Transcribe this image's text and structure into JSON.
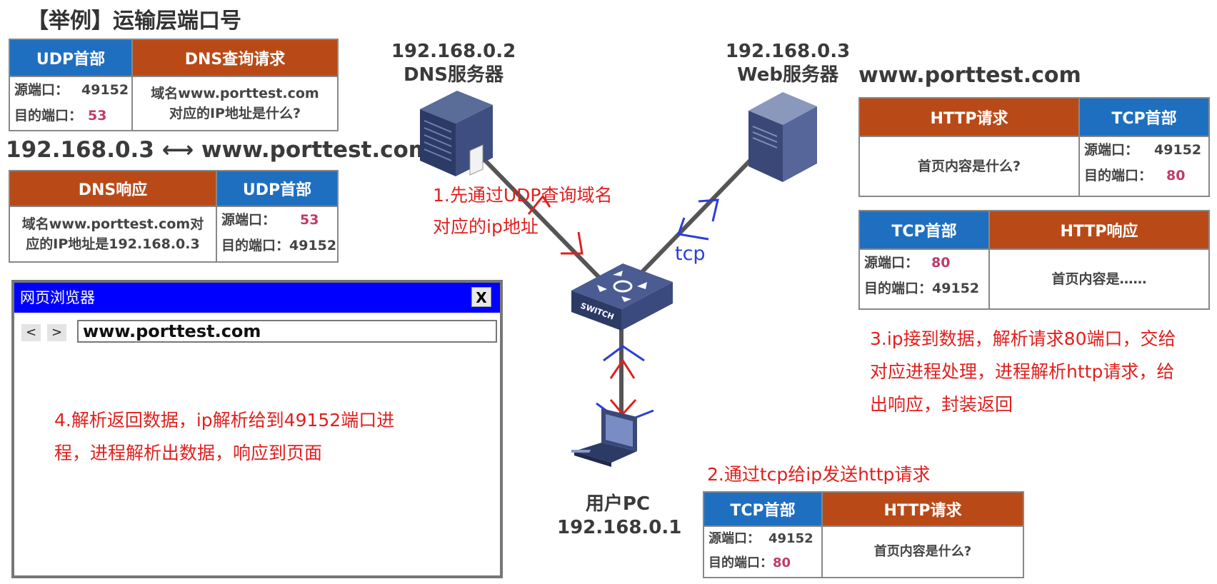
{
  "title": "【举例】运输层端口号",
  "dns_query": {
    "udp_header": "UDP首部",
    "payload_header": "DNS查询请求",
    "src_label": "源端口：",
    "src_value": "49152",
    "dst_label": "目的端口：",
    "dst_value": "53",
    "text_line1": "域名www.porttest.com",
    "text_line2": "对应的IP地址是什么?"
  },
  "mapping": {
    "ip": "192.168.0.3",
    "arrow": "⟷",
    "domain": "www.porttest.com"
  },
  "dns_response": {
    "payload_header": "DNS响应",
    "udp_header": "UDP首部",
    "text_line1": "域名www.porttest.com对",
    "text_line2": "应的IP地址是192.168.0.3",
    "src_label": "源端口：",
    "src_value": "53",
    "dst_label": "目的端口：",
    "dst_value": "49152"
  },
  "dns_server": {
    "ip": "192.168.0.2",
    "name": "DNS服务器"
  },
  "web_server": {
    "ip": "192.168.0.3",
    "name": "Web服务器",
    "domain": "www.porttest.com"
  },
  "user_pc": {
    "name": "用户PC",
    "ip": "192.168.0.1"
  },
  "switch_label": "SWITCH",
  "http_request_top": {
    "payload_header": "HTTP请求",
    "tcp_header": "TCP首部",
    "text": "首页内容是什么?",
    "src_label": "源端口：",
    "src_value": "49152",
    "dst_label": "目的端口：",
    "dst_value": "80"
  },
  "http_response": {
    "tcp_header": "TCP首部",
    "payload_header": "HTTP响应",
    "src_label": "源端口：",
    "src_value": "80",
    "dst_label": "目的端口：",
    "dst_value": "49152",
    "text": "首页内容是……"
  },
  "http_request_bottom": {
    "tcp_header": "TCP首部",
    "payload_header": "HTTP请求",
    "src_label": "源端口：",
    "src_value": "49152",
    "dst_label": "目的端口：",
    "dst_value": "80",
    "text": "首页内容是什么?"
  },
  "browser": {
    "title": "网页浏览器",
    "close": "X",
    "back": "<",
    "forward": ">",
    "address": "www.porttest.com"
  },
  "annotations": {
    "note1_line1": "1.先通过UDP查询域名",
    "note1_line2": "对应的ip地址",
    "tcp": "tcp",
    "note2": "2.通过tcp给ip发送http请求",
    "note3_line1": "3.ip接到数据，解析请求80端口，交给",
    "note3_line2": "对应进程处理，进程解析http请求，给",
    "note3_line3": "出响应，封装返回",
    "note4_line1": "4.解析返回数据，ip解析给到49152端口进",
    "note4_line2": "程，进程解析出数据，响应到页面"
  },
  "colors": {
    "header_blue": "#1f6fc0",
    "header_orange": "#b94a18",
    "port_value": "#c03a6a",
    "annotation_red": "#e0201e",
    "annotation_blue": "#2a3fd6",
    "browser_titlebar": "#0000ff"
  }
}
